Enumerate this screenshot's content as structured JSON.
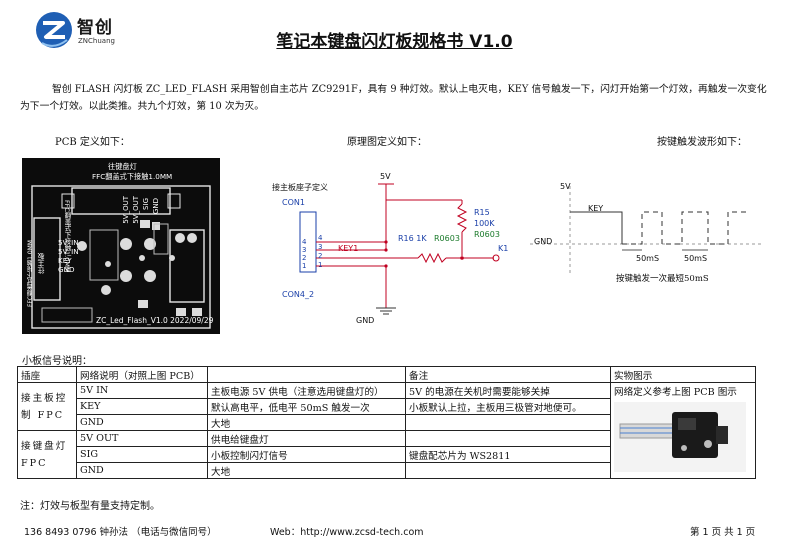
{
  "logo": {
    "name_cn": "智创",
    "name_en": "ZNChuang"
  },
  "title": "笔记本键盘闪灯板规格书  V1.0",
  "intro": "智创 FLASH 闪灯板 ZC_LED_FLASH 采用智创自主芯片 ZC9291F，具有 9 种灯效。默认上电灭电，KEY 信号触发一下，闪灯开始第一个灯效，再触发一次变化为下一个灯效。以此类推。共九个灯效，第 10 次为灭。",
  "sections": {
    "pcb": "PCB 定义如下：",
    "schematic": "原理图定义如下：",
    "waveform": "按键触发波形如下："
  },
  "pcb": {
    "top1": "往键盘灯",
    "top2": "FFC翻盖式下接触1.0MM",
    "side_right": "FFC翻盖式下接触1.0MM",
    "side_left1": "往主板",
    "side_left2": "FFC翻盖式下接触1.0MM",
    "pins_left": [
      "5V_IN",
      "5V_IN",
      "KEY",
      "GND"
    ],
    "pins_top": [
      "5V_OUT",
      "5V_OUT",
      "SIG",
      "GND"
    ],
    "bottom": "ZC_Led_Flash_V1.0  2022/09/29"
  },
  "schematic": {
    "header_label": "接主板座子定义",
    "connector": "CON1",
    "connector_part": "CON4_2",
    "pins": [
      "4",
      "3",
      "2",
      "1"
    ],
    "net_5v": "5V",
    "net_key": "KEY1",
    "r15": "R15",
    "r15_value": "100K",
    "r15_pkg": "R0603",
    "r16": "R16  1K",
    "r16_pkg": "R0603",
    "k1": "K1",
    "gnd": "GND"
  },
  "waveform": {
    "v5": "5V",
    "key": "KEY",
    "gnd": "GND",
    "t1": "50mS",
    "t2": "50mS",
    "caption": "按键触发一次最短50mS"
  },
  "table": {
    "caption": "小板信号说明：",
    "headers": [
      "插座",
      "网络说明（对照上图 PCB）",
      "",
      "备注",
      "实物图示"
    ],
    "group1": "接主板控制 FPC",
    "group2": "接键盘灯 FPC",
    "rows": [
      {
        "net": "5V IN",
        "desc": "主板电源 5V 供电（注意选用键盘灯的）",
        "remark": "5V 的电源在关机时需要能够关掉"
      },
      {
        "net": "KEY",
        "desc": "默认高电平，低电平 50mS 触发一次",
        "remark": "小板默认上拉，主板用三极管对地便可。"
      },
      {
        "net": "GND",
        "desc": "大地",
        "remark": ""
      },
      {
        "net": "5V OUT",
        "desc": "供电给键盘灯",
        "remark": ""
      },
      {
        "net": "SIG",
        "desc": "小板控制闪灯信号",
        "remark": "键盘配芯片为 WS2811"
      },
      {
        "net": "GND",
        "desc": "大地",
        "remark": ""
      }
    ],
    "photo_note": "网络定义参考上图 PCB 图示"
  },
  "note": "注：灯效与板型有量支持定制。",
  "footer": {
    "phone": "136 8493 0796   钟孙法   （电话与微信同号）",
    "web": "Web：http://www.zcsd-tech.com",
    "page": "第 1 页 共 1 页"
  },
  "colors": {
    "schematic_wire": "#c00020",
    "wave_wire": "#333333",
    "pcb_bg": "#0c0c0c",
    "pcb_pad": "#dcdcdc"
  }
}
